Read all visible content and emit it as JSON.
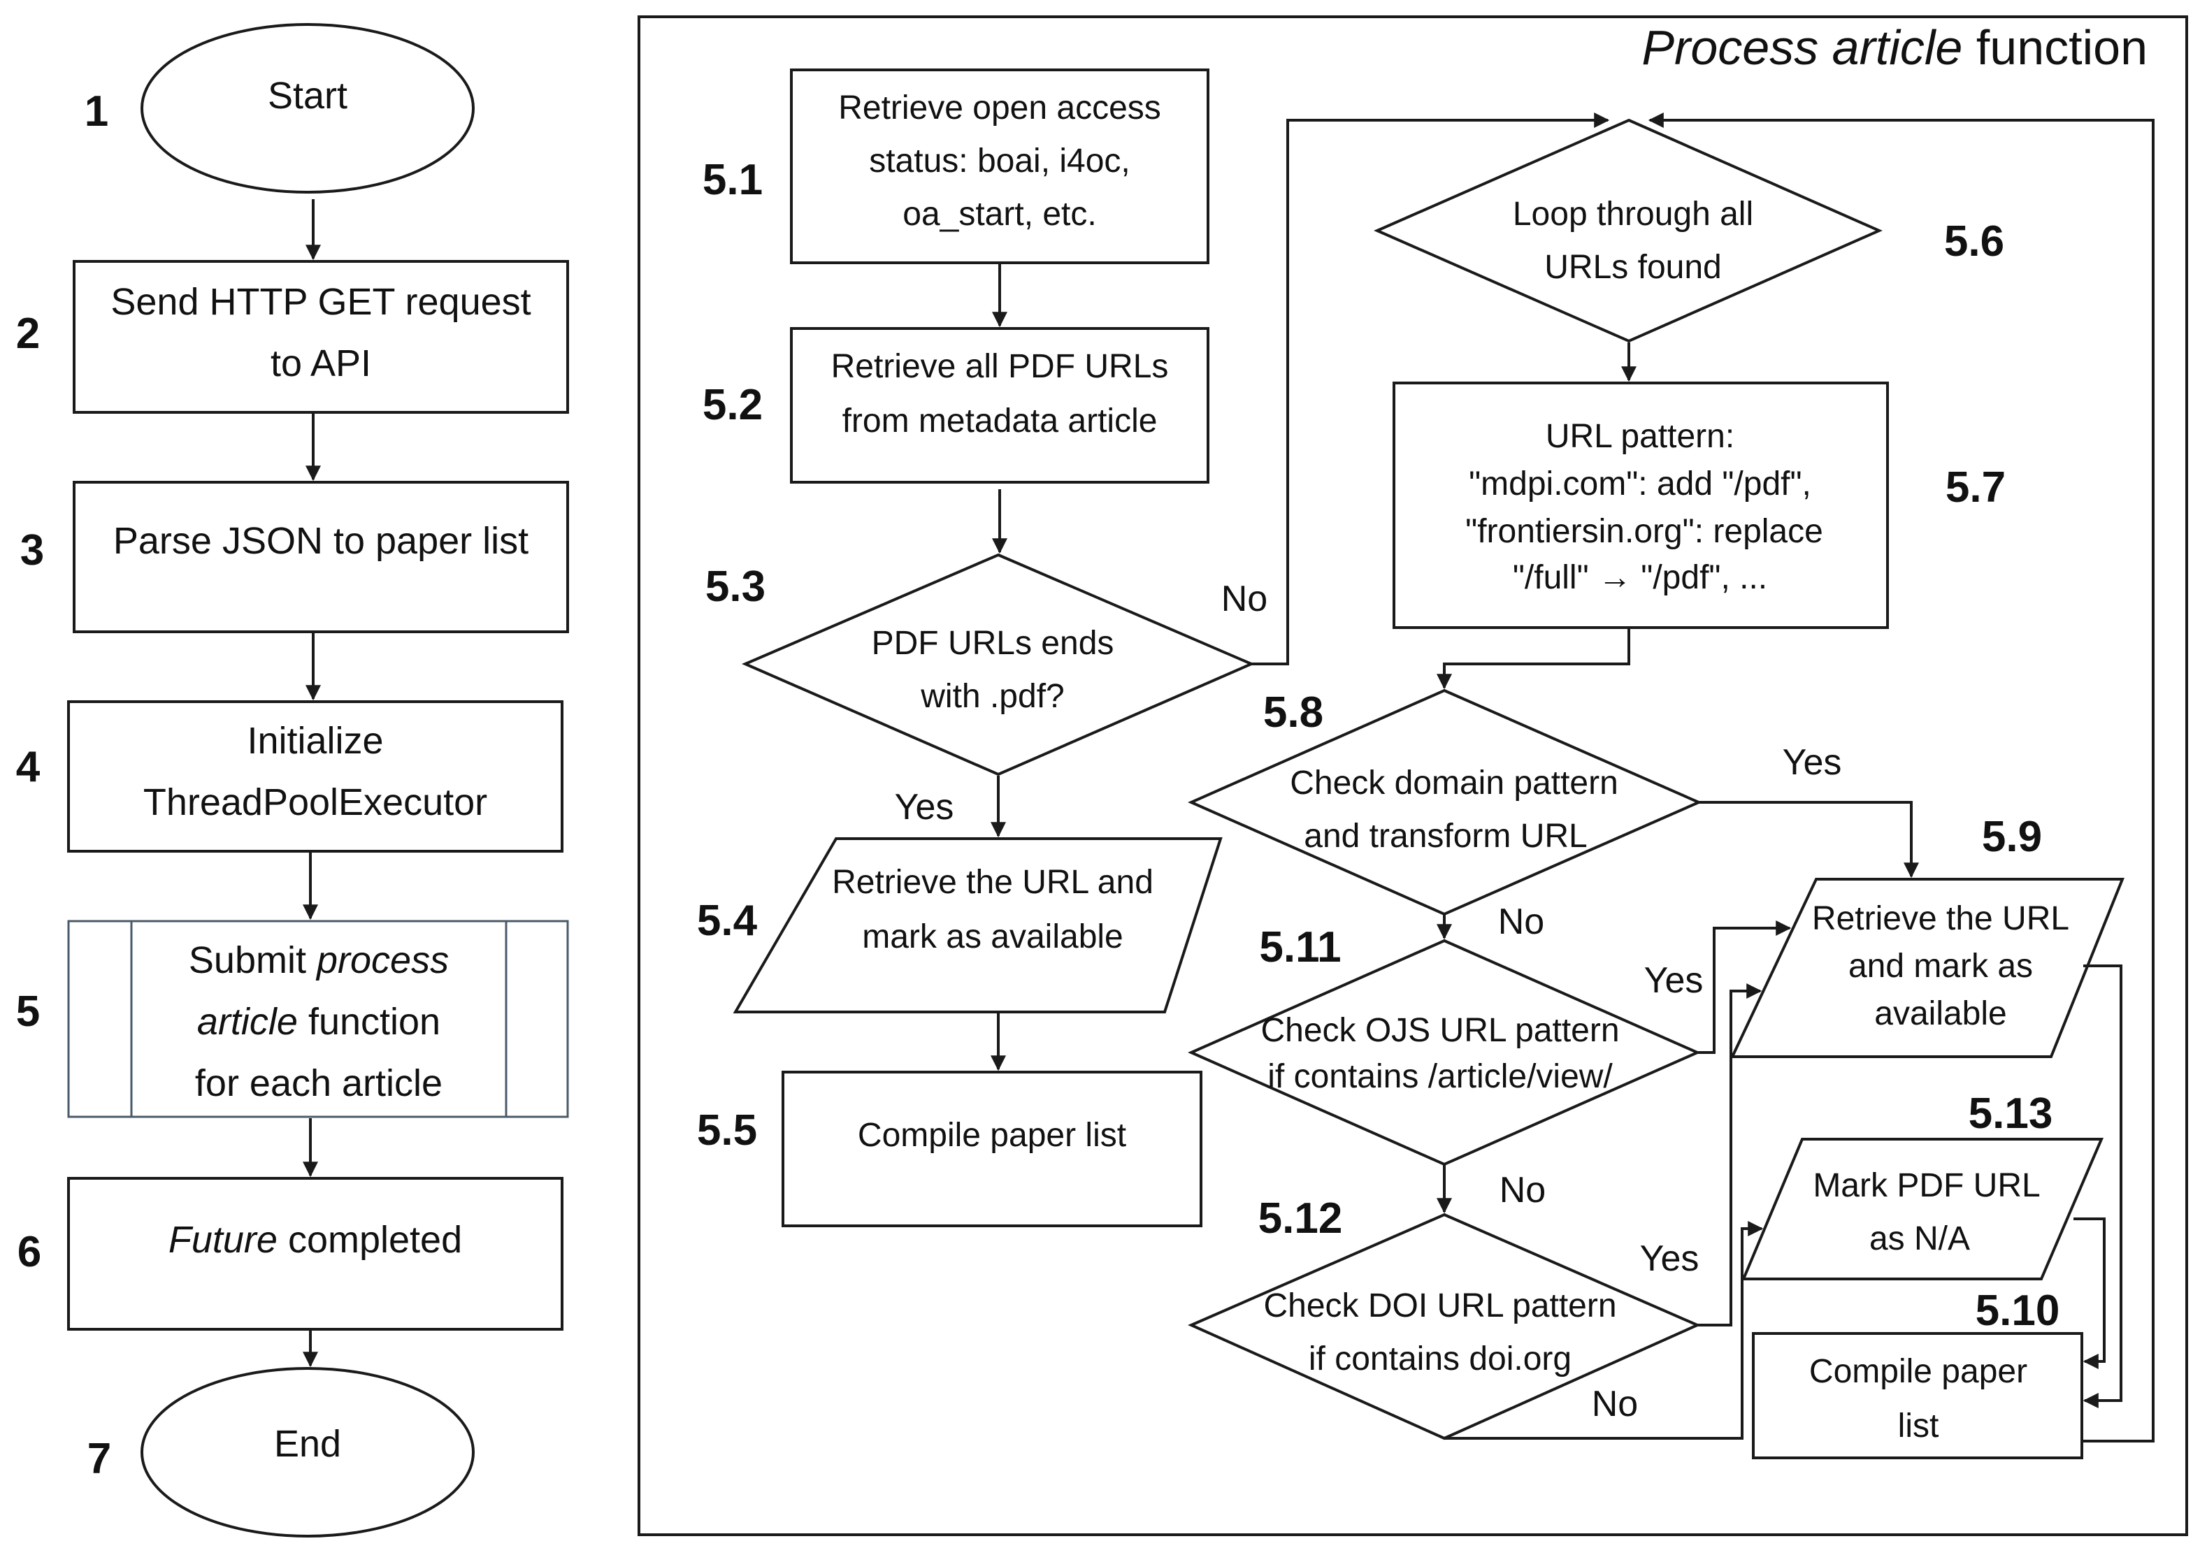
{
  "frame_title": {
    "italic": "Process article",
    "normal": " function"
  },
  "main_flow": {
    "step_numbers": [
      "1",
      "2",
      "3",
      "4",
      "5",
      "6",
      "7"
    ],
    "start": "Start",
    "http": [
      "Send HTTP GET request",
      "to API"
    ],
    "parse": "Parse JSON to paper list",
    "init": [
      "Initialize",
      "ThreadPoolExecutor"
    ],
    "submit": {
      "line1_pre": "Submit ",
      "line1_ital": "process",
      "line2_ital": "article",
      "line2_post": " function",
      "line3": "for each article"
    },
    "future": {
      "ital": "Future",
      "post": " completed"
    },
    "end": "End"
  },
  "process": {
    "labels": {
      "s51": "5.1",
      "s52": "5.2",
      "s53": "5.3",
      "s54": "5.4",
      "s55": "5.5",
      "s56": "5.6",
      "s57": "5.7",
      "s58": "5.8",
      "s59": "5.9",
      "s510": "5.10",
      "s511": "5.11",
      "s512": "5.12",
      "s513": "5.13"
    },
    "oa_status": [
      "Retrieve open access",
      "status: boai, i4oc,",
      "oa_start, etc."
    ],
    "pdf_urls": [
      "Retrieve all PDF URLs",
      "from metadata article"
    ],
    "ends_pdf": [
      "PDF URLs ends",
      "with .pdf?"
    ],
    "retrieve_left": [
      "Retrieve the URL and",
      "mark as available"
    ],
    "compile_left": "Compile paper list",
    "loop": [
      "Loop through all",
      "URLs found"
    ],
    "pattern": [
      "URL pattern:",
      "\"mdpi.com\": add \"/pdf\",",
      "\"frontiersin.org\": replace",
      "\"/full\" → \"/pdf\", ..."
    ],
    "domain": [
      "Check domain pattern",
      "and transform URL"
    ],
    "retrieve_right": [
      "Retrieve the URL",
      "and mark as",
      "available"
    ],
    "ojs": [
      "Check OJS URL pattern",
      "if contains /article/view/"
    ],
    "doi": [
      "Check DOI URL pattern",
      "if contains doi.org"
    ],
    "mark_na": [
      "Mark PDF URL",
      "as N/A"
    ],
    "compile_right": [
      "Compile paper",
      "list"
    ],
    "yes": "Yes",
    "no": "No"
  }
}
